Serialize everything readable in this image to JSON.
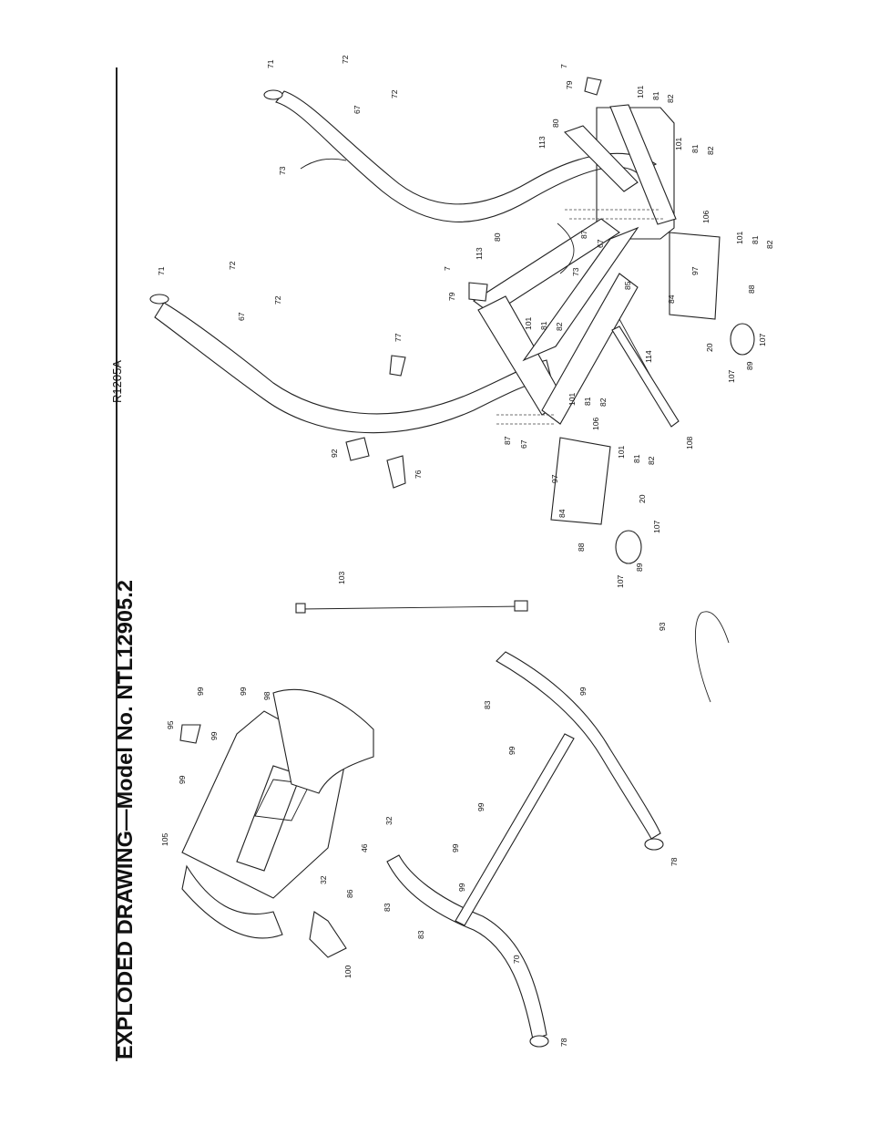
{
  "header": {
    "title": "EXPLODED DRAWING—Model No. NTL12905.2",
    "drawing_code": "R1205A"
  },
  "part_labels": [
    "71",
    "72",
    "67",
    "72",
    "73",
    "7",
    "79",
    "101",
    "81",
    "82",
    "80",
    "113",
    "101",
    "81",
    "82",
    "106",
    "101",
    "81",
    "82",
    "87",
    "67",
    "97",
    "88",
    "84",
    "20",
    "107",
    "89",
    "107",
    "113",
    "80",
    "7",
    "79",
    "73",
    "85",
    "101",
    "81",
    "82",
    "114",
    "71",
    "72",
    "67",
    "72",
    "77",
    "101",
    "81",
    "82",
    "87",
    "67",
    "106",
    "92",
    "76",
    "108",
    "97",
    "101",
    "81",
    "82",
    "84",
    "20",
    "88",
    "107",
    "89",
    "107",
    "103",
    "93",
    "99",
    "95",
    "99",
    "99",
    "98",
    "105",
    "99",
    "32",
    "46",
    "32",
    "86",
    "100",
    "83",
    "99",
    "99",
    "99",
    "99",
    "99",
    "83",
    "83",
    "70",
    "78",
    "78"
  ]
}
